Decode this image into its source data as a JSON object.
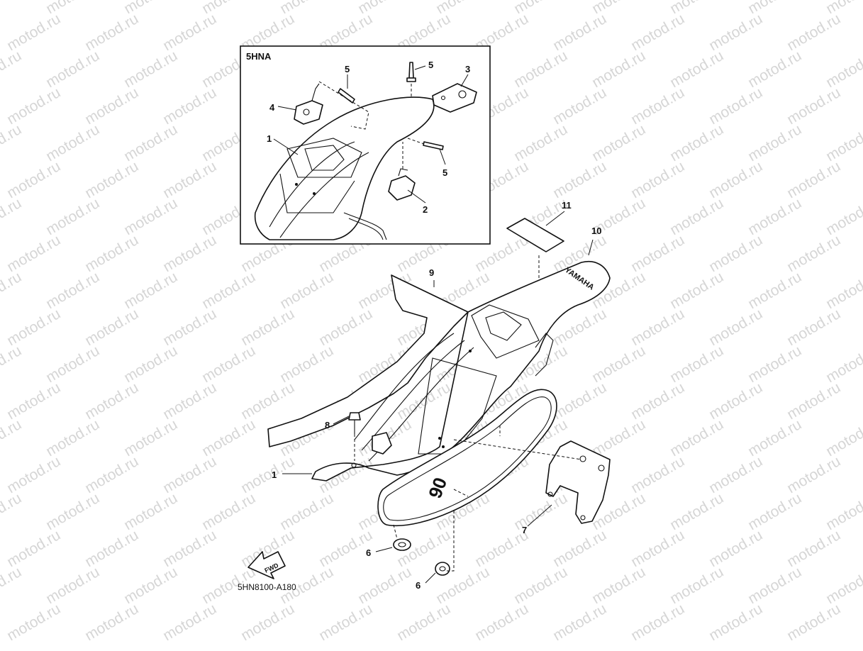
{
  "watermark": "motod.ru",
  "inset": {
    "label": "5HNA"
  },
  "diagram_code": "5HN8100-A180",
  "fwd_arrow_label": "FWD",
  "number_plate_text": "90",
  "brand_text": "YAMAHA",
  "callouts": {
    "inset_1": "1",
    "inset_2": "2",
    "inset_3": "3",
    "inset_4": "4",
    "inset_5a": "5",
    "inset_5b": "5",
    "inset_5c": "5",
    "main_1": "1",
    "main_6a": "6",
    "main_6b": "6",
    "main_7": "7",
    "main_8": "8",
    "main_9": "9",
    "main_10": "10",
    "main_11": "11"
  }
}
